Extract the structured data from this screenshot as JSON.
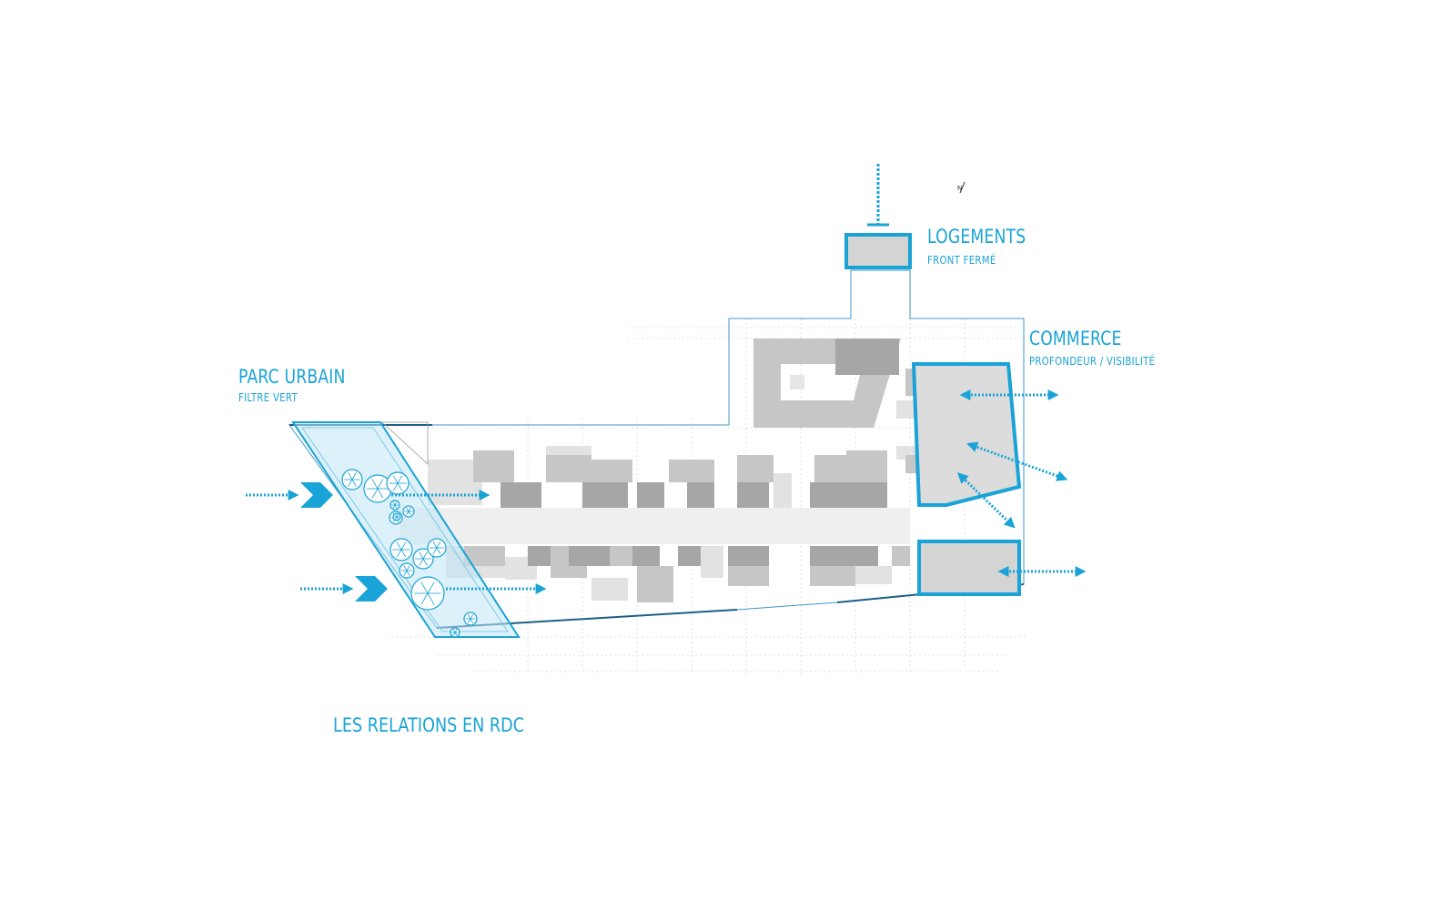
{
  "labels": {
    "logements": {
      "title": "LOGEMENTS",
      "subtitle": "FRONT FERMÉ"
    },
    "commerce": {
      "title": "COMMERCE",
      "subtitle": "PROFONDEUR / VISIBILITÉ"
    },
    "parc": {
      "title": "PARC URBAIN",
      "subtitle": "FILTRE VERT"
    },
    "caption": "LES RELATIONS EN RDC"
  },
  "north": "N",
  "colors": {
    "accent": "#1aa3d6",
    "accent_light": "#bfe6f5",
    "building_dark": "#a6a6a6",
    "building_mid": "#c6c6c6",
    "building_light": "#e2e2e2",
    "outline": "#1c5f86"
  },
  "icons": [
    "chevron-arrow-icon",
    "dotted-arrow-icon",
    "double-arrow-icon",
    "tree-icon",
    "north-arrow-icon"
  ]
}
